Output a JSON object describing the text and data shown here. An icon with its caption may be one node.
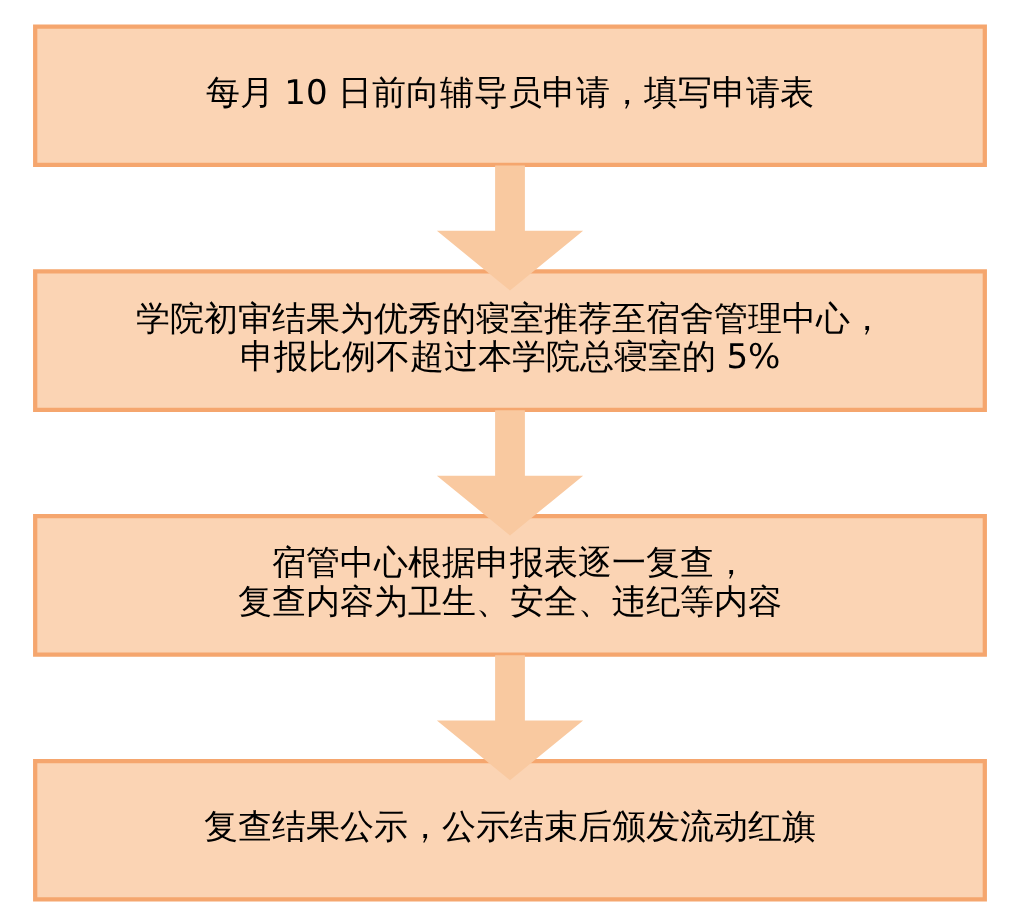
{
  "diagram": {
    "nodes": [
      {
        "text": [
          "每月 10 日前向辅导员申请，填写申请表"
        ]
      },
      {
        "text": [
          "学院初审结果为优秀的寝室推荐至宿舍管理中心，申报比例不超过本学院总寝室的 5%"
        ]
      },
      {
        "text": [
          "宿管中心根据申报表逐一复查，复查内容为卫生、安全、违纪等内容"
        ]
      },
      {
        "text": [
          "复查结果公示，公示结束后颁发流动红旗"
        ]
      }
    ],
    "edges": [
      {
        "from": 0,
        "to": 1,
        "arrow": "to"
      },
      {
        "from": 1,
        "to": 2,
        "arrow": "to"
      },
      {
        "from": 2,
        "to": 3,
        "arrow": "to"
      }
    ]
  }
}
